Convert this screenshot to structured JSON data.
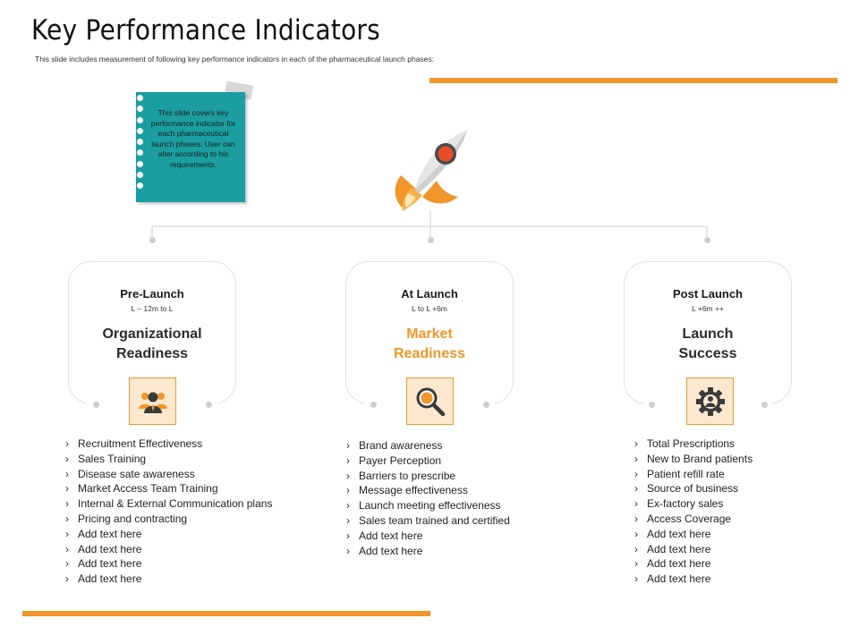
{
  "header": {
    "title": "Key Performance Indicators",
    "subtitle": "This slide includes measurement of following key performance indicators in each of the pharmaceutical launch phases:"
  },
  "note": {
    "text": "This slide covers key performance indicator for each pharmaceutical launch phases. User can alter according to his requirements."
  },
  "colors": {
    "accent": "#f0962a",
    "note": "#1a9ea0",
    "icon_bg": "#fce8cf"
  },
  "phases": [
    {
      "name": "Pre-Launch",
      "range": "L – 12m to L",
      "goal_line1": "Organizational",
      "goal_line2": "Readiness",
      "icon": "team-icon",
      "kpis": [
        "Recruitment Effectiveness",
        "Sales Training",
        "Disease sate awareness",
        "Market Access Team Training",
        "Internal & External Communication plans",
        "Pricing and contracting",
        "Add text  here",
        "Add text  here",
        "Add text  here",
        "Add text  here"
      ]
    },
    {
      "name": "At Launch",
      "range": "L to L +6m",
      "goal_line1": "Market",
      "goal_line2": "Readiness",
      "icon": "magnifier-icon",
      "kpis": [
        "Brand awareness",
        "Payer Perception",
        "Barriers to prescribe",
        "Message effectiveness",
        "Launch meeting effectiveness",
        "Sales team trained and certified",
        "Add text  here",
        "Add text  here"
      ]
    },
    {
      "name": "Post Launch",
      "range": "L +6m ++",
      "goal_line1": "Launch",
      "goal_line2": "Success",
      "icon": "gear-person-icon",
      "kpis": [
        "Total Prescriptions",
        "New to Brand patients",
        "Patient refill rate",
        "Source of business",
        "Ex-factory sales",
        "Access Coverage",
        "Add text  here",
        "Add text  here",
        "Add text  here",
        "Add text  here"
      ]
    }
  ]
}
